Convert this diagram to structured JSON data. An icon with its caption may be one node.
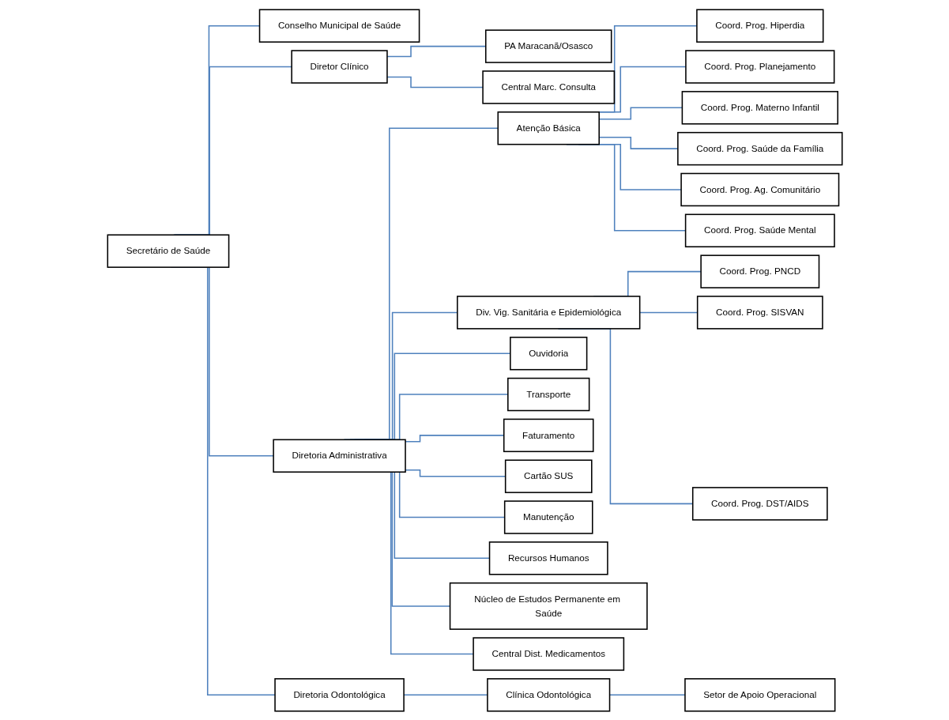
{
  "diagram": {
    "nodes": [
      {
        "text": [
          "Secretário de Saúde"
        ]
      },
      {
        "text": [
          "Conselho Municipal de Saúde"
        ]
      },
      {
        "text": [
          "Diretoria Administrativa"
        ]
      },
      {
        "text": [
          "Diretor Clínico"
        ]
      },
      {
        "text": [
          "Diretoria Odontológica"
        ]
      },
      {
        "text": [
          "PA Maracanã/Osasco"
        ]
      },
      {
        "text": [
          "Central Marc. Consulta"
        ]
      },
      {
        "text": [
          "Clínica Odontológica"
        ]
      },
      {
        "text": [
          "Setor de Apoio Operacional"
        ]
      },
      {
        "text": [
          "Atenção Básica"
        ]
      },
      {
        "text": [
          "Ouvidoria"
        ]
      },
      {
        "text": [
          "Transporte"
        ]
      },
      {
        "text": [
          "Faturamento"
        ]
      },
      {
        "text": [
          "Cartão SUS"
        ]
      },
      {
        "text": [
          "Manutenção"
        ]
      },
      {
        "text": [
          "Recursos Humanos"
        ]
      },
      {
        "text": [
          "Núcleo de Estudos Permanente em Saúde"
        ]
      },
      {
        "text": [
          "Central Dist. Medicamentos"
        ]
      },
      {
        "text": [
          "Div. Vig. Sanitária e Epidemiológica"
        ]
      },
      {
        "text": [
          "Coord. Prog. Hiperdia"
        ]
      },
      {
        "text": [
          "Coord. Prog. Planejamento"
        ]
      },
      {
        "text": [
          "Coord. Prog. Materno Infantil"
        ]
      },
      {
        "text": [
          "Coord. Prog. Saúde da Família"
        ]
      },
      {
        "text": [
          "Coord. Prog. Ag. Comunitário"
        ]
      },
      {
        "text": [
          "Coord. Prog. Saúde Mental"
        ]
      },
      {
        "text": [
          "Coord. Prog. PNCD"
        ]
      },
      {
        "text": [
          "Coord. Prog. SISVAN"
        ]
      },
      {
        "text": [
          "Coord. Prog. DST/AIDS"
        ]
      }
    ],
    "edges": [
      {
        "from": 0,
        "to": 1,
        "arrow": "none"
      },
      {
        "from": 0,
        "to": 2,
        "arrow": "none"
      },
      {
        "from": 0,
        "to": 3,
        "arrow": "none"
      },
      {
        "from": 0,
        "to": 4,
        "arrow": "none"
      },
      {
        "from": 3,
        "to": 5,
        "arrow": "none"
      },
      {
        "from": 3,
        "to": 6,
        "arrow": "none"
      },
      {
        "from": 4,
        "to": 7,
        "arrow": "none"
      },
      {
        "from": 7,
        "to": 8,
        "arrow": "none"
      },
      {
        "from": 2,
        "to": 9,
        "arrow": "none"
      },
      {
        "from": 2,
        "to": 10,
        "arrow": "none"
      },
      {
        "from": 2,
        "to": 11,
        "arrow": "none"
      },
      {
        "from": 2,
        "to": 12,
        "arrow": "none"
      },
      {
        "from": 2,
        "to": 13,
        "arrow": "none"
      },
      {
        "from": 2,
        "to": 14,
        "arrow": "none"
      },
      {
        "from": 2,
        "to": 15,
        "arrow": "none"
      },
      {
        "from": 2,
        "to": 16,
        "arrow": "none"
      },
      {
        "from": 2,
        "to": 17,
        "arrow": "none"
      },
      {
        "from": 2,
        "to": 18,
        "arrow": "none"
      },
      {
        "from": 9,
        "to": 19,
        "arrow": "none"
      },
      {
        "from": 9,
        "to": 20,
        "arrow": "none"
      },
      {
        "from": 9,
        "to": 21,
        "arrow": "none"
      },
      {
        "from": 9,
        "to": 22,
        "arrow": "none"
      },
      {
        "from": 9,
        "to": 23,
        "arrow": "none"
      },
      {
        "from": 9,
        "to": 24,
        "arrow": "none"
      },
      {
        "from": 18,
        "to": 25,
        "arrow": "none"
      },
      {
        "from": 18,
        "to": 26,
        "arrow": "none"
      },
      {
        "from": 18,
        "to": 27,
        "arrow": "none"
      }
    ]
  }
}
